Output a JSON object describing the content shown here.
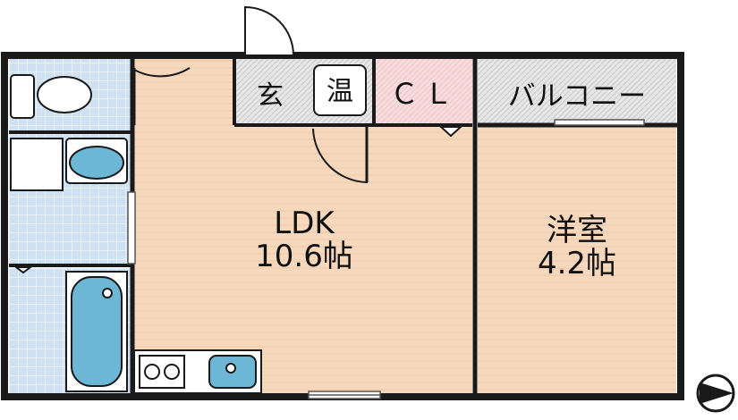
{
  "rooms": {
    "ldk": {
      "name": "LDK",
      "size": "10.6帖"
    },
    "western": {
      "name": "洋室",
      "size": "4.2帖"
    }
  },
  "labels": {
    "entrance": "玄",
    "water_heater": "温",
    "closet": "ＣＬ",
    "balcony": "バルコニー"
  },
  "colors": {
    "floor_wood": "#f6d8bd",
    "floor_stripe": "#f2cba8",
    "tile": "#cfe0f3",
    "tile_line": "#ffffff",
    "fixture_blue": "#6cb7d6",
    "closet_pink": "#f6dcdc",
    "gray_hatch": "#d9d9d9",
    "wall": "#1a1a1a"
  },
  "icons": {
    "north_arrow": "compass-arrow-icon"
  }
}
